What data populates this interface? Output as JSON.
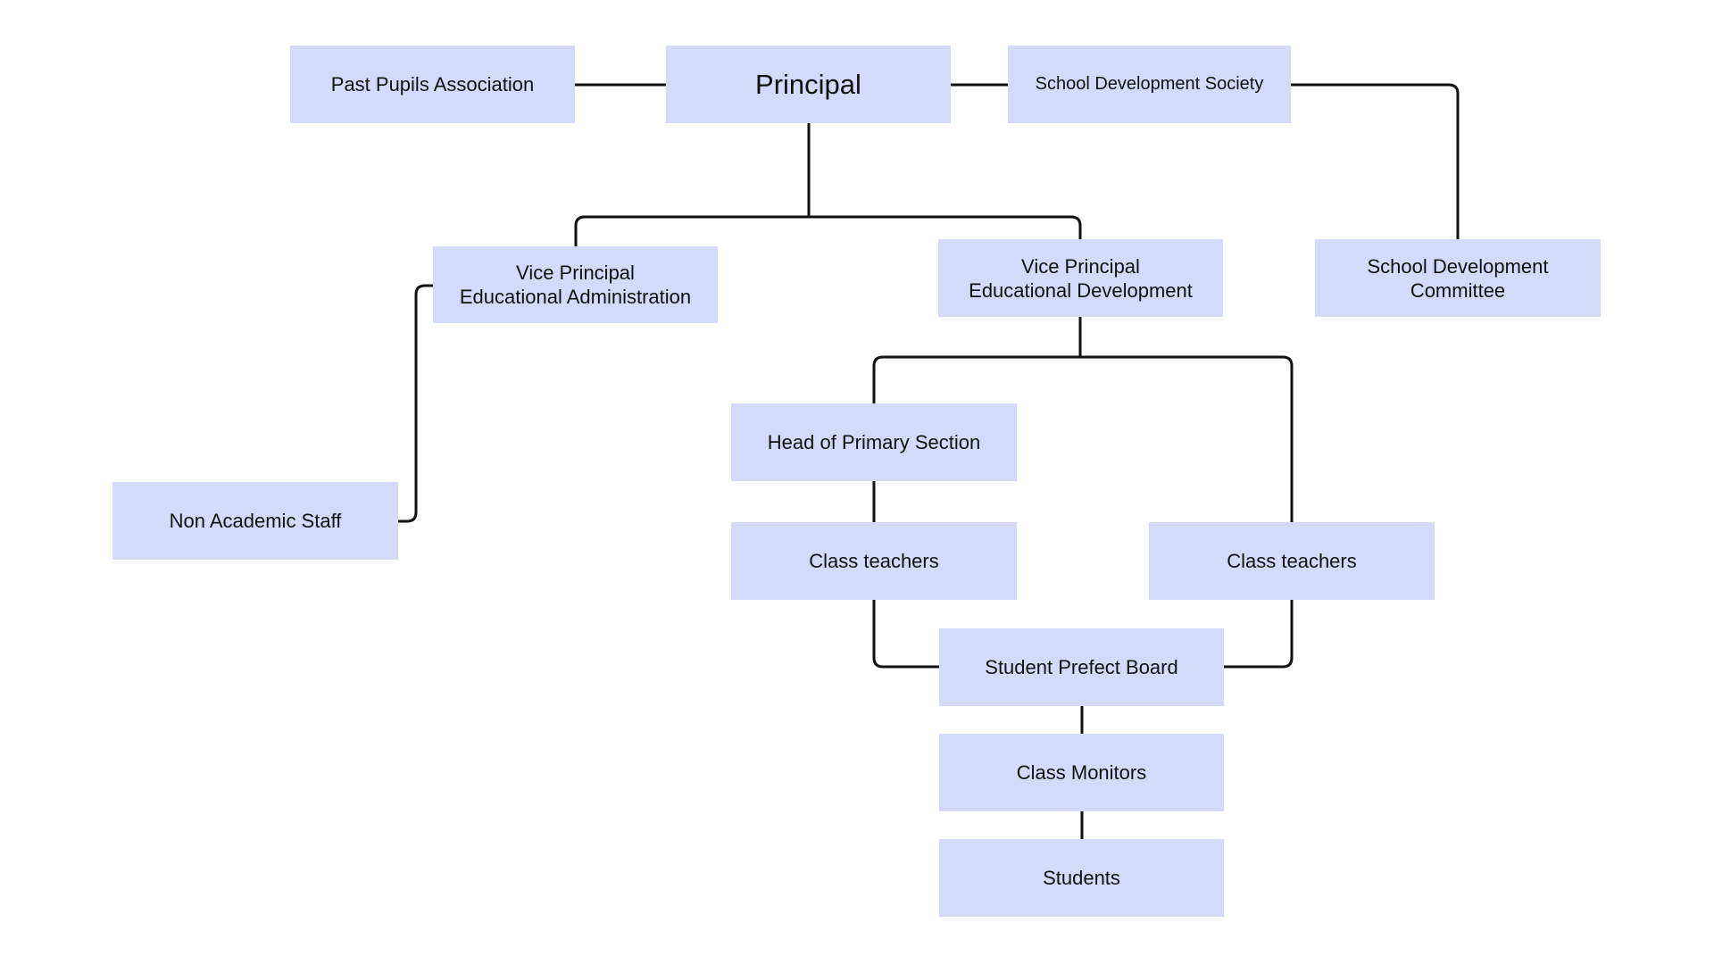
{
  "chart_data": {
    "type": "org-chart",
    "nodes": [
      {
        "id": "past-pupils",
        "label": "Past Pupils Association"
      },
      {
        "id": "principal",
        "label": "Principal"
      },
      {
        "id": "sds",
        "label": "School Development Society"
      },
      {
        "id": "vp-admin",
        "label": "Vice Principal\nEducational Administration"
      },
      {
        "id": "vp-dev",
        "label": "Vice Principal\nEducational Development"
      },
      {
        "id": "sdc",
        "label": "School Development\nCommittee"
      },
      {
        "id": "head-primary",
        "label": "Head of Primary Section"
      },
      {
        "id": "non-academic",
        "label": "Non Academic Staff"
      },
      {
        "id": "class-teachers-1",
        "label": "Class teachers"
      },
      {
        "id": "class-teachers-2",
        "label": "Class teachers"
      },
      {
        "id": "prefect-board",
        "label": "Student Prefect Board"
      },
      {
        "id": "class-monitors",
        "label": "Class Monitors"
      },
      {
        "id": "students",
        "label": "Students"
      }
    ],
    "edges": [
      [
        "past-pupils",
        "principal"
      ],
      [
        "principal",
        "sds"
      ],
      [
        "sds",
        "sdc"
      ],
      [
        "principal",
        "vp-admin"
      ],
      [
        "principal",
        "vp-dev"
      ],
      [
        "vp-admin",
        "non-academic"
      ],
      [
        "vp-dev",
        "head-primary"
      ],
      [
        "vp-dev",
        "class-teachers-2"
      ],
      [
        "head-primary",
        "class-teachers-1"
      ],
      [
        "class-teachers-1",
        "prefect-board"
      ],
      [
        "class-teachers-2",
        "prefect-board"
      ],
      [
        "prefect-board",
        "class-monitors"
      ],
      [
        "class-monitors",
        "students"
      ]
    ],
    "node_color": "#d6dafa",
    "line_color": "#111111"
  }
}
